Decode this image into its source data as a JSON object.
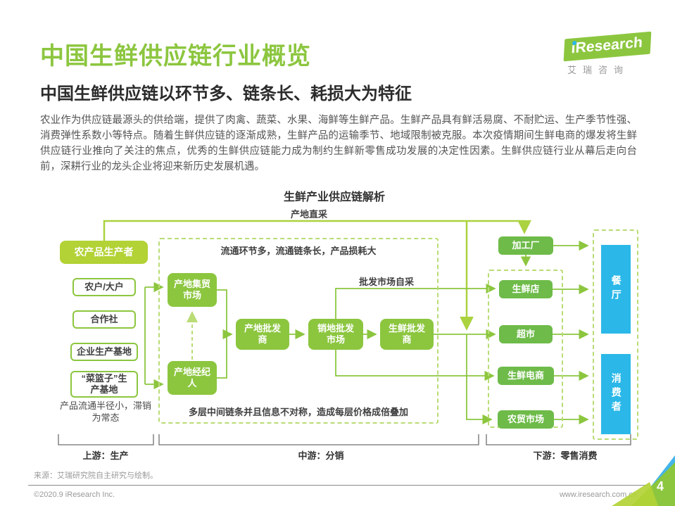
{
  "page": {
    "title": "中国生鲜供应链行业概览",
    "subtitle": "中国生鲜供应链以环节多、链条长、耗损大为特征",
    "body": "农业作为供应链最源头的供给端，提供了肉禽、蔬菜、水果、海鲜等生鲜产品。生鲜产品具有鲜活易腐、不耐贮运、生产季节性强、消费弹性系数小等特点。随着生鲜供应链的逐渐成熟，生鲜产品的运输季节、地域限制被克服。本次疫情期间生鲜电商的爆发将生鲜供应链行业推向了关注的焦点，优秀的生鲜供应链能力成为制约生鲜新零售成功发展的决定性因素。生鲜供应链行业从幕后走向台前，深耕行业的龙头企业将迎来新历史发展机遇。"
  },
  "logo": {
    "brand_prefix": "i",
    "brand": "Research",
    "caption": "艾瑞咨询"
  },
  "diagram": {
    "title": "生鲜产业供应链解析",
    "labels": {
      "direct_sourcing": "产地直采",
      "circulation": "流通环节多，流通链条长，产品损耗大",
      "wholesale_self_pickup": "批发市场自采",
      "multilayer": "多层中间链条并且信息不对称，造成每层价格成倍叠加",
      "radius_note": "产品流通半径小，滞销\n为常态"
    },
    "producer": "农产品生产者",
    "producer_types": [
      "农户/大户",
      "合作社",
      "企业生产基地",
      "“菜篮子”生\n产基地"
    ],
    "flow_nodes": {
      "origin_trade_market": "产地集贸\n市场",
      "origin_broker": "产地经纪\n人",
      "origin_wholesaler": "产地批发\n商",
      "dest_wholesale_market": "销地批发\n市场",
      "fresh_wholesaler": "生鲜批发\n商"
    },
    "processor": "加工厂",
    "channels": [
      "生鲜店",
      "超市",
      "生鲜电商",
      "农贸市场"
    ],
    "consumers": [
      "餐厅",
      "消费者"
    ],
    "stages": [
      "上游：生产",
      "中游：分销",
      "下游：零售消费"
    ]
  },
  "source_note": "来源：艾瑞研究院自主研究与绘制。",
  "footer": {
    "copyright": "©2020.9 iResearch Inc.",
    "website": "www.iresearch.com.cn",
    "page_number": "4"
  },
  "colors": {
    "title_green": "#8cc63f",
    "producer_lime": "#b2d235",
    "flow_green": "#8cc63f",
    "channel_green": "#6ebb49",
    "consumer_blue": "#2bb8e8",
    "dashed_border": "#b9dc75"
  }
}
